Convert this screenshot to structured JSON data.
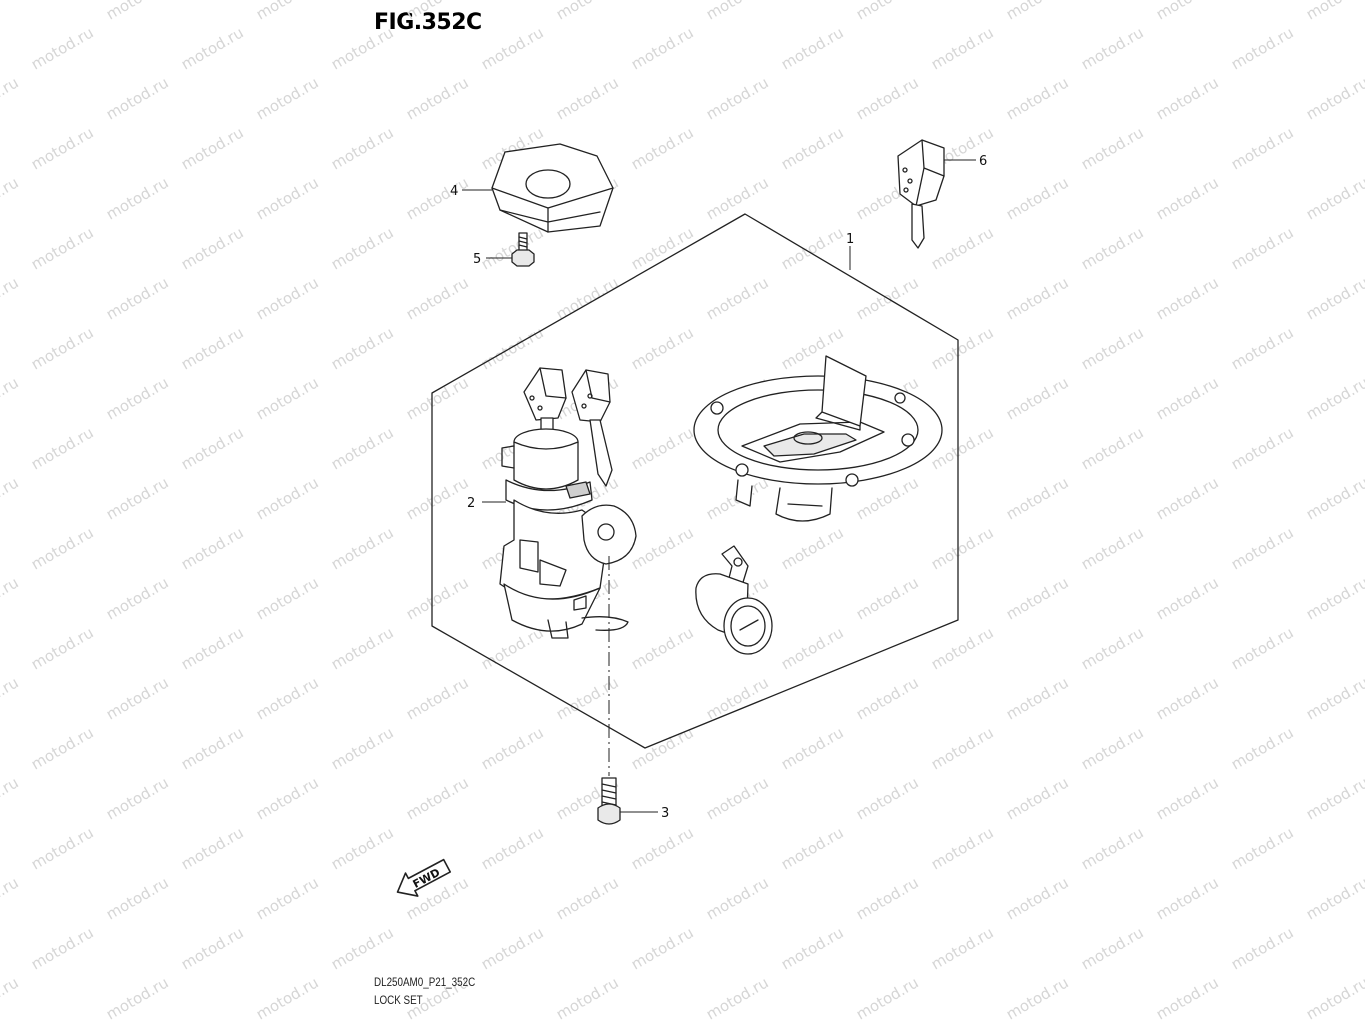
{
  "figure": {
    "title": "FIG.352C",
    "footer_code": "DL250AM0_P21_352C",
    "footer_name": "LOCK SET"
  },
  "watermark": {
    "text": "motod.ru",
    "color": "#d6d6d6"
  },
  "parts": [
    {
      "number": "1",
      "item": "lock-set-outline"
    },
    {
      "number": "2",
      "item": "ignition-switch"
    },
    {
      "number": "3",
      "item": "bolt"
    },
    {
      "number": "4",
      "item": "cover"
    },
    {
      "number": "5",
      "item": "screw"
    },
    {
      "number": "6",
      "item": "key"
    }
  ],
  "direction_marker": {
    "label": "FWD"
  },
  "icons": {
    "direction_arrow": "arrow-icon"
  }
}
